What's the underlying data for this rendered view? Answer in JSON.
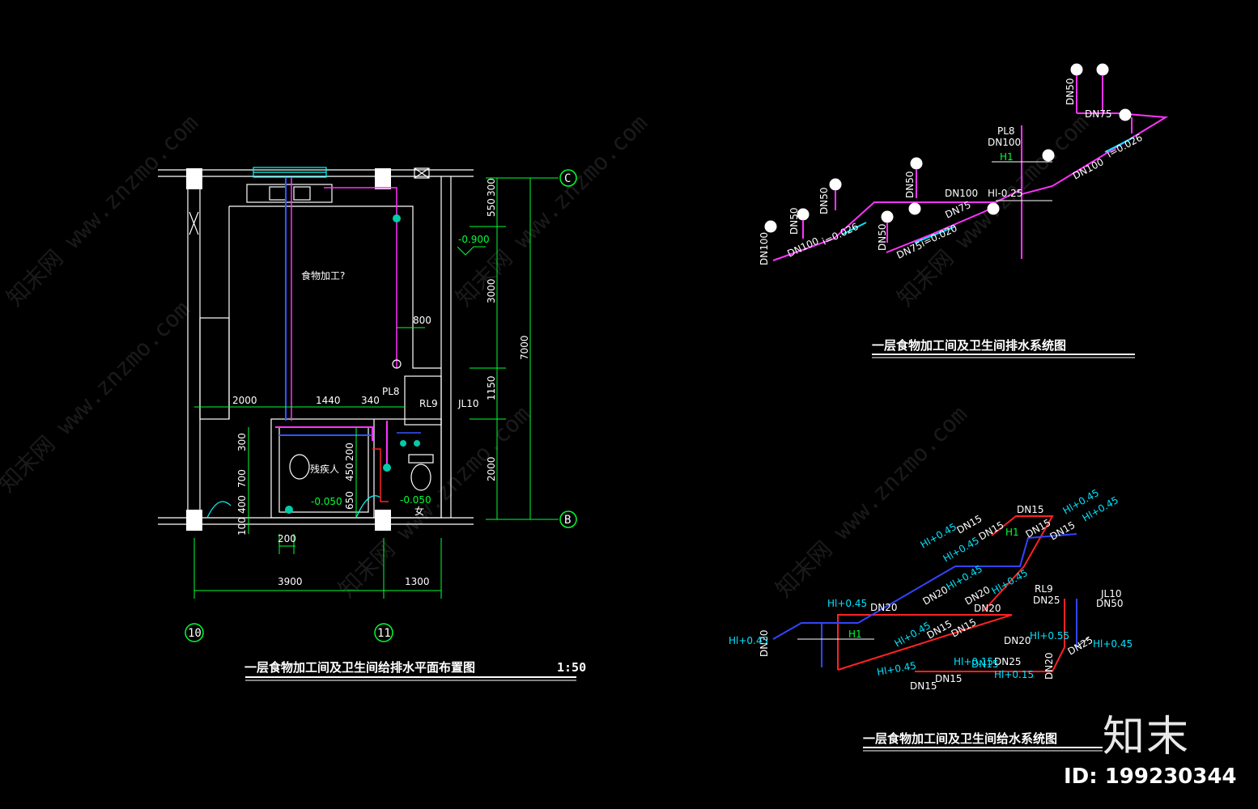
{
  "plan": {
    "room_label": "食物加工?",
    "toilet_label": "残疾人",
    "title": "一层食物加工间及卫生间给排水平面布置图",
    "scale": "1:50",
    "grid_c": "C",
    "grid_b": "B",
    "grid_10": "10",
    "grid_11": "11",
    "dims": {
      "d3900": "3900",
      "d1300": "1300",
      "d2000": "2000",
      "d1440": "1440",
      "d340": "340",
      "d300": "300",
      "d7000": "7000",
      "d3000": "3000",
      "d1150": "1150",
      "d2000v": "2000",
      "d550": "550",
      "d300b": "300",
      "d800": "800",
      "d700": "700",
      "d400": "400",
      "d100": "100",
      "d200": "200",
      "d450": "450",
      "d200b": "200",
      "d650": "650"
    },
    "levels": {
      "l1": "-0.900",
      "l2": "-0.050",
      "l3": "-0.050"
    },
    "pipes": {
      "pl8": "PL8",
      "rl9": "RL9",
      "jl10": "JL10"
    },
    "toilet_b": "女"
  },
  "drain": {
    "title": "一层食物加工间及卫生间排水系统图",
    "labels": {
      "pl8": "PL8",
      "dn100a": "DN100",
      "h1": "H1",
      "dn75": "DN75",
      "dn100b": "DN100",
      "i026a": "i=0.026",
      "dn50a": "DN50",
      "dn100c": "DN100",
      "hl025": "Hl-0.25",
      "dn75b": "DN75",
      "dn50b": "DN50",
      "i020": "i=0.020",
      "dn75c": "DN75",
      "dn50c": "DN50",
      "dn100d": "DN100",
      "i026b": "i=0.026",
      "dn50d": "DN50",
      "dn100e": "DN100",
      "dn50e": "DN50"
    }
  },
  "supply": {
    "title": "一层食物加工间及卫生间给水系统图",
    "labels": {
      "dn15a": "DN15",
      "hl045a": "Hl+0.45",
      "hl045b": "Hl+0.45",
      "dn15b": "DN15",
      "dn15c": "DN15",
      "dn15d": "DN15",
      "h1": "H1",
      "dn15e": "DN15",
      "hl045c": "Hl+0.45",
      "hl045d": "Hl+0.45",
      "dn20a": "DN20",
      "hl045e": "Hl+0.45",
      "dn20b": "DN20",
      "dn20c": "DN20",
      "hl045f": "Hl+0.45",
      "dn20d": "DN20",
      "rl9": "RL9",
      "jl10": "JL10",
      "dn25a": "DN25",
      "dn50": "DN50",
      "hl045g": "Hl+0.45",
      "dn20e": "DN20",
      "h1b": "H1",
      "hl045h": "Hl+0.45",
      "dn15f": "DN15",
      "dn15g": "DN15",
      "dn20f": "DN20",
      "hl055": "Hl+0.55",
      "dn25b": "DN25",
      "hl045i": "Hl+0.45",
      "hl045j": "Hl+0.45",
      "hl045k": "Hl+0.45",
      "hl015": "Hl+0.15",
      "dn25c": "DN25",
      "dn20g": "DN20",
      "dn15h": "DN15",
      "dn15i": "DN15",
      "hl015b": "Hl+0.15",
      "dn15j": "DN15"
    }
  },
  "watermark": "知末网 www.znzmo.com",
  "logo": "知末",
  "id_text": "ID: 199230344"
}
